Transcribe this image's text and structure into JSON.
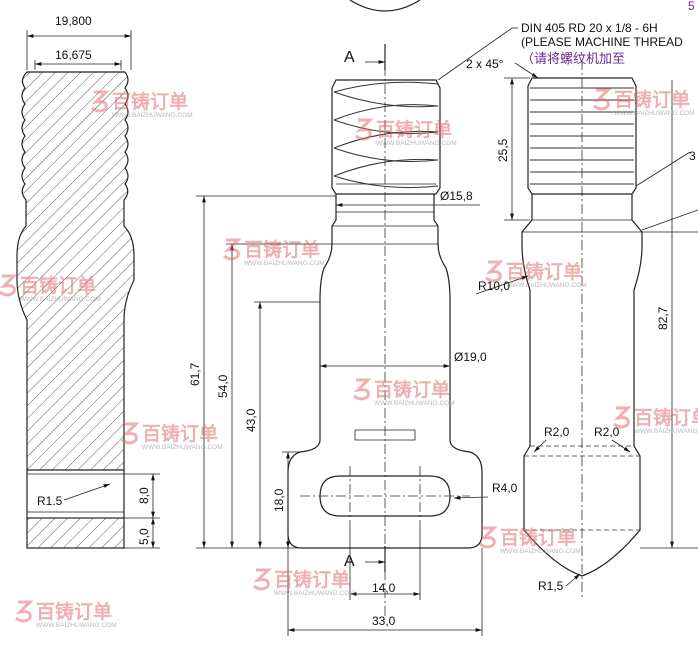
{
  "dimensions": {
    "outer_width": "19,800",
    "inner_width": "16,675",
    "length_61_7": "61,7",
    "length_54": "54,0",
    "length_43": "43,0",
    "length_18": "18,0",
    "slot_14": "14,0",
    "width_33": "33,0",
    "dia_15_8": "Ø15,8",
    "dia_19": "Ø19,0",
    "radius_4": "R4,0",
    "radius_10": "R10,0",
    "radius_2_left": "R2,0",
    "radius_2_right": "R2,0",
    "radius_1_5_left": "R1.5",
    "radius_1_5_right": "R1,5",
    "thread_len": "25,5",
    "total_len": "82,7",
    "end_8": "8,0",
    "end_5": "5,0",
    "chamfer": "2 x 45°"
  },
  "notes": {
    "thread_spec": "DIN 405 RD 20 x 1/8 - 6H",
    "thread_note": "(PLEASE MACHINE THREAD",
    "thread_note_cn": "（请将螺纹机加至",
    "section_a_top": "A",
    "section_a_bottom": "A",
    "corner_num": "5",
    "leader_num": "3"
  },
  "watermark": {
    "brand": "百铸订单",
    "url": "WWW.BAIZHUWANG.COM",
    "color": "#e07070"
  }
}
